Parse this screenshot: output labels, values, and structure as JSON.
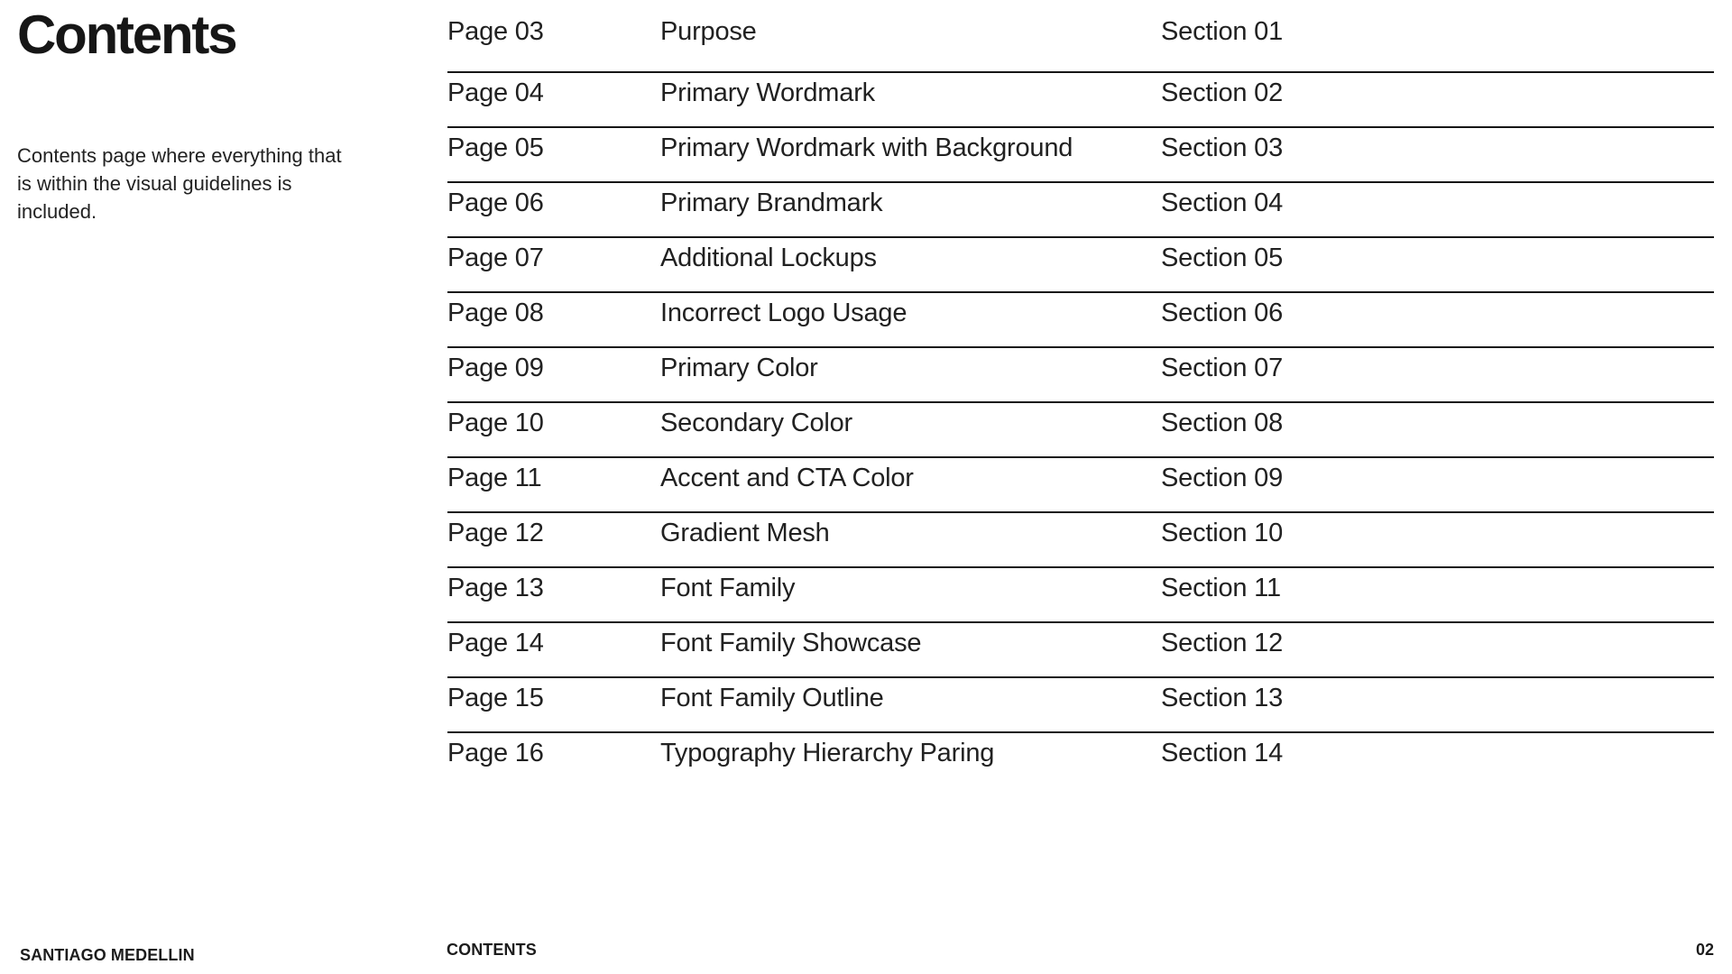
{
  "page": {
    "title": "Contents",
    "description": "Contents page where everything that is within the visual guidelines is included."
  },
  "toc": {
    "rows": [
      {
        "page": "Page 03",
        "title": "Purpose",
        "section": "Section 01"
      },
      {
        "page": "Page 04",
        "title": "Primary Wordmark",
        "section": "Section 02"
      },
      {
        "page": "Page 05",
        "title": "Primary Wordmark with Background",
        "section": "Section 03"
      },
      {
        "page": "Page 06",
        "title": "Primary Brandmark",
        "section": "Section 04"
      },
      {
        "page": "Page 07",
        "title": "Additional Lockups",
        "section": "Section 05"
      },
      {
        "page": "Page 08",
        "title": "Incorrect Logo Usage",
        "section": "Section 06"
      },
      {
        "page": "Page 09",
        "title": "Primary Color",
        "section": "Section 07"
      },
      {
        "page": "Page 10",
        "title": "Secondary Color",
        "section": "Section 08"
      },
      {
        "page": "Page 11",
        "title": "Accent and CTA Color",
        "section": "Section 09"
      },
      {
        "page": "Page 12",
        "title": "Gradient Mesh",
        "section": "Section 10"
      },
      {
        "page": "Page 13",
        "title": "Font Family",
        "section": "Section 11"
      },
      {
        "page": "Page 14",
        "title": "Font Family Showcase",
        "section": "Section 12"
      },
      {
        "page": "Page 15",
        "title": "Font Family Outline",
        "section": "Section 13"
      },
      {
        "page": "Page 16",
        "title": "Typography Hierarchy Paring",
        "section": "Section 14"
      }
    ]
  },
  "footer": {
    "brand": "SANTIAGO MEDELLIN",
    "section_label": "CONTENTS",
    "page_number": "02"
  },
  "colors": {
    "background": "#ffffff",
    "text": "#212121",
    "rule": "#161616"
  }
}
